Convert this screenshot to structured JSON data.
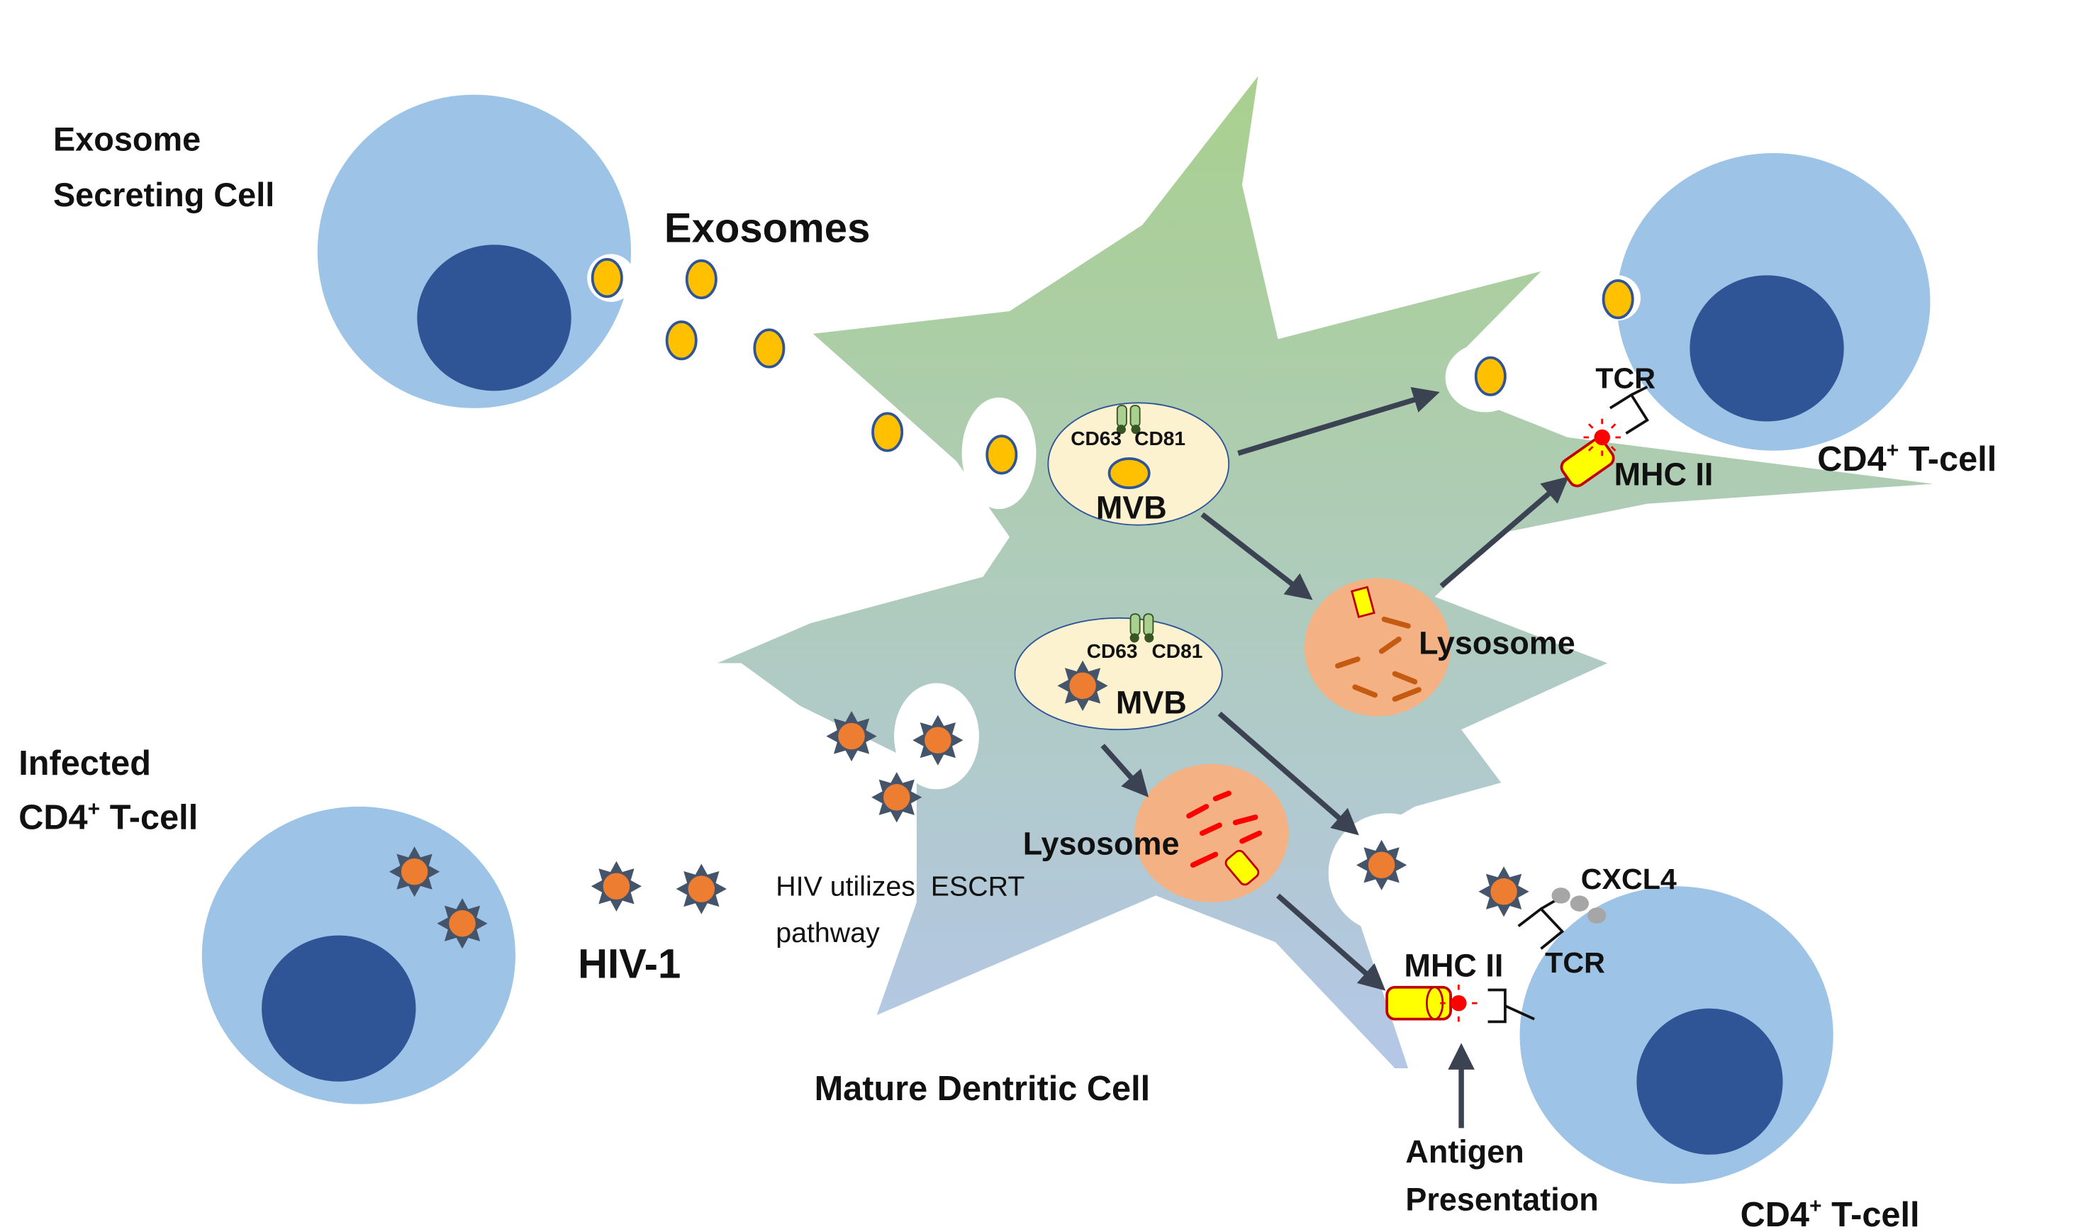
{
  "labels": {
    "exosome_secreting_cell_line1": "Exosome",
    "exosome_secreting_cell_line2": "Secreting Cell",
    "exosomes": "Exosomes",
    "cd63_top": "CD63",
    "cd81_top": "CD81",
    "mvb_top": "MVB",
    "cd63_bottom": "CD63",
    "cd81_bottom": "CD81",
    "mvb_bottom": "MVB",
    "lysosome_top": "Lysosome",
    "lysosome_bottom": "Lysosome",
    "tcr_top": "TCR",
    "mhc_ii_top": "MHC II",
    "cd4_tcell_top_main": "CD4",
    "cd4_tcell_top_sup": "+",
    "cd4_tcell_top_rest": " T-cell",
    "infected_line1": "Infected",
    "infected_line2_main": "CD4",
    "infected_line2_sup": "+",
    "infected_line2_rest": " T-cell",
    "hiv1": "HIV-1",
    "hiv_escrt_line1": "HIV utilizes  ESCRT",
    "hiv_escrt_line2": "pathway",
    "mature_dc": "Mature Dentritic Cell",
    "cxcl4": "CXCL4",
    "tcr_bottom": "TCR",
    "mhc_ii_bottom": "MHC II",
    "antigen_line1": "Antigen",
    "antigen_line2": "Presentation",
    "cd4_tcell_bottom_main": "CD4",
    "cd4_tcell_bottom_sup": "+",
    "cd4_tcell_bottom_rest": " T-cell"
  },
  "colors": {
    "cell_body": "#9dc3e6",
    "nucleus": "#2f5597",
    "exosome": "#ffc000",
    "exosome_outline": "#2f5597",
    "mvb": "#fdf2d0",
    "lysosome": "#f4b183",
    "lysosome_fragment": "#c55a11",
    "hiv_core": "#ed7d31",
    "hiv_spike": "#44546a",
    "arrow": "#3b4252",
    "dc_top": "#a9d08e",
    "dc_bottom": "#b4c7e7",
    "mhc_yellow": "#ffff00",
    "mhc_outline": "#c00000",
    "antigen_red": "#ff0000",
    "cxcl4": "#a6a6a6",
    "cd_marker": "#70ad47"
  }
}
